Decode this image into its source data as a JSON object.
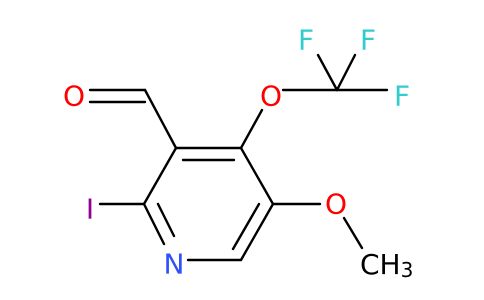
{
  "molecule": {
    "atoms": {
      "oxygen_aldehyde": "O",
      "fluorine_top_left": "F",
      "fluorine_top_right": "F",
      "fluorine_right": "F",
      "oxygen_ether_top": "O",
      "iodine": "I",
      "oxygen_methoxy": "O",
      "nitrogen": "N",
      "methyl": "CH",
      "methyl_subscript": "3"
    },
    "colors": {
      "oxygen": "#ff0000",
      "fluorine": "#33cccc",
      "iodine": "#940094",
      "nitrogen": "#3050f8",
      "carbon": "#000000",
      "bond": "#000000"
    }
  }
}
